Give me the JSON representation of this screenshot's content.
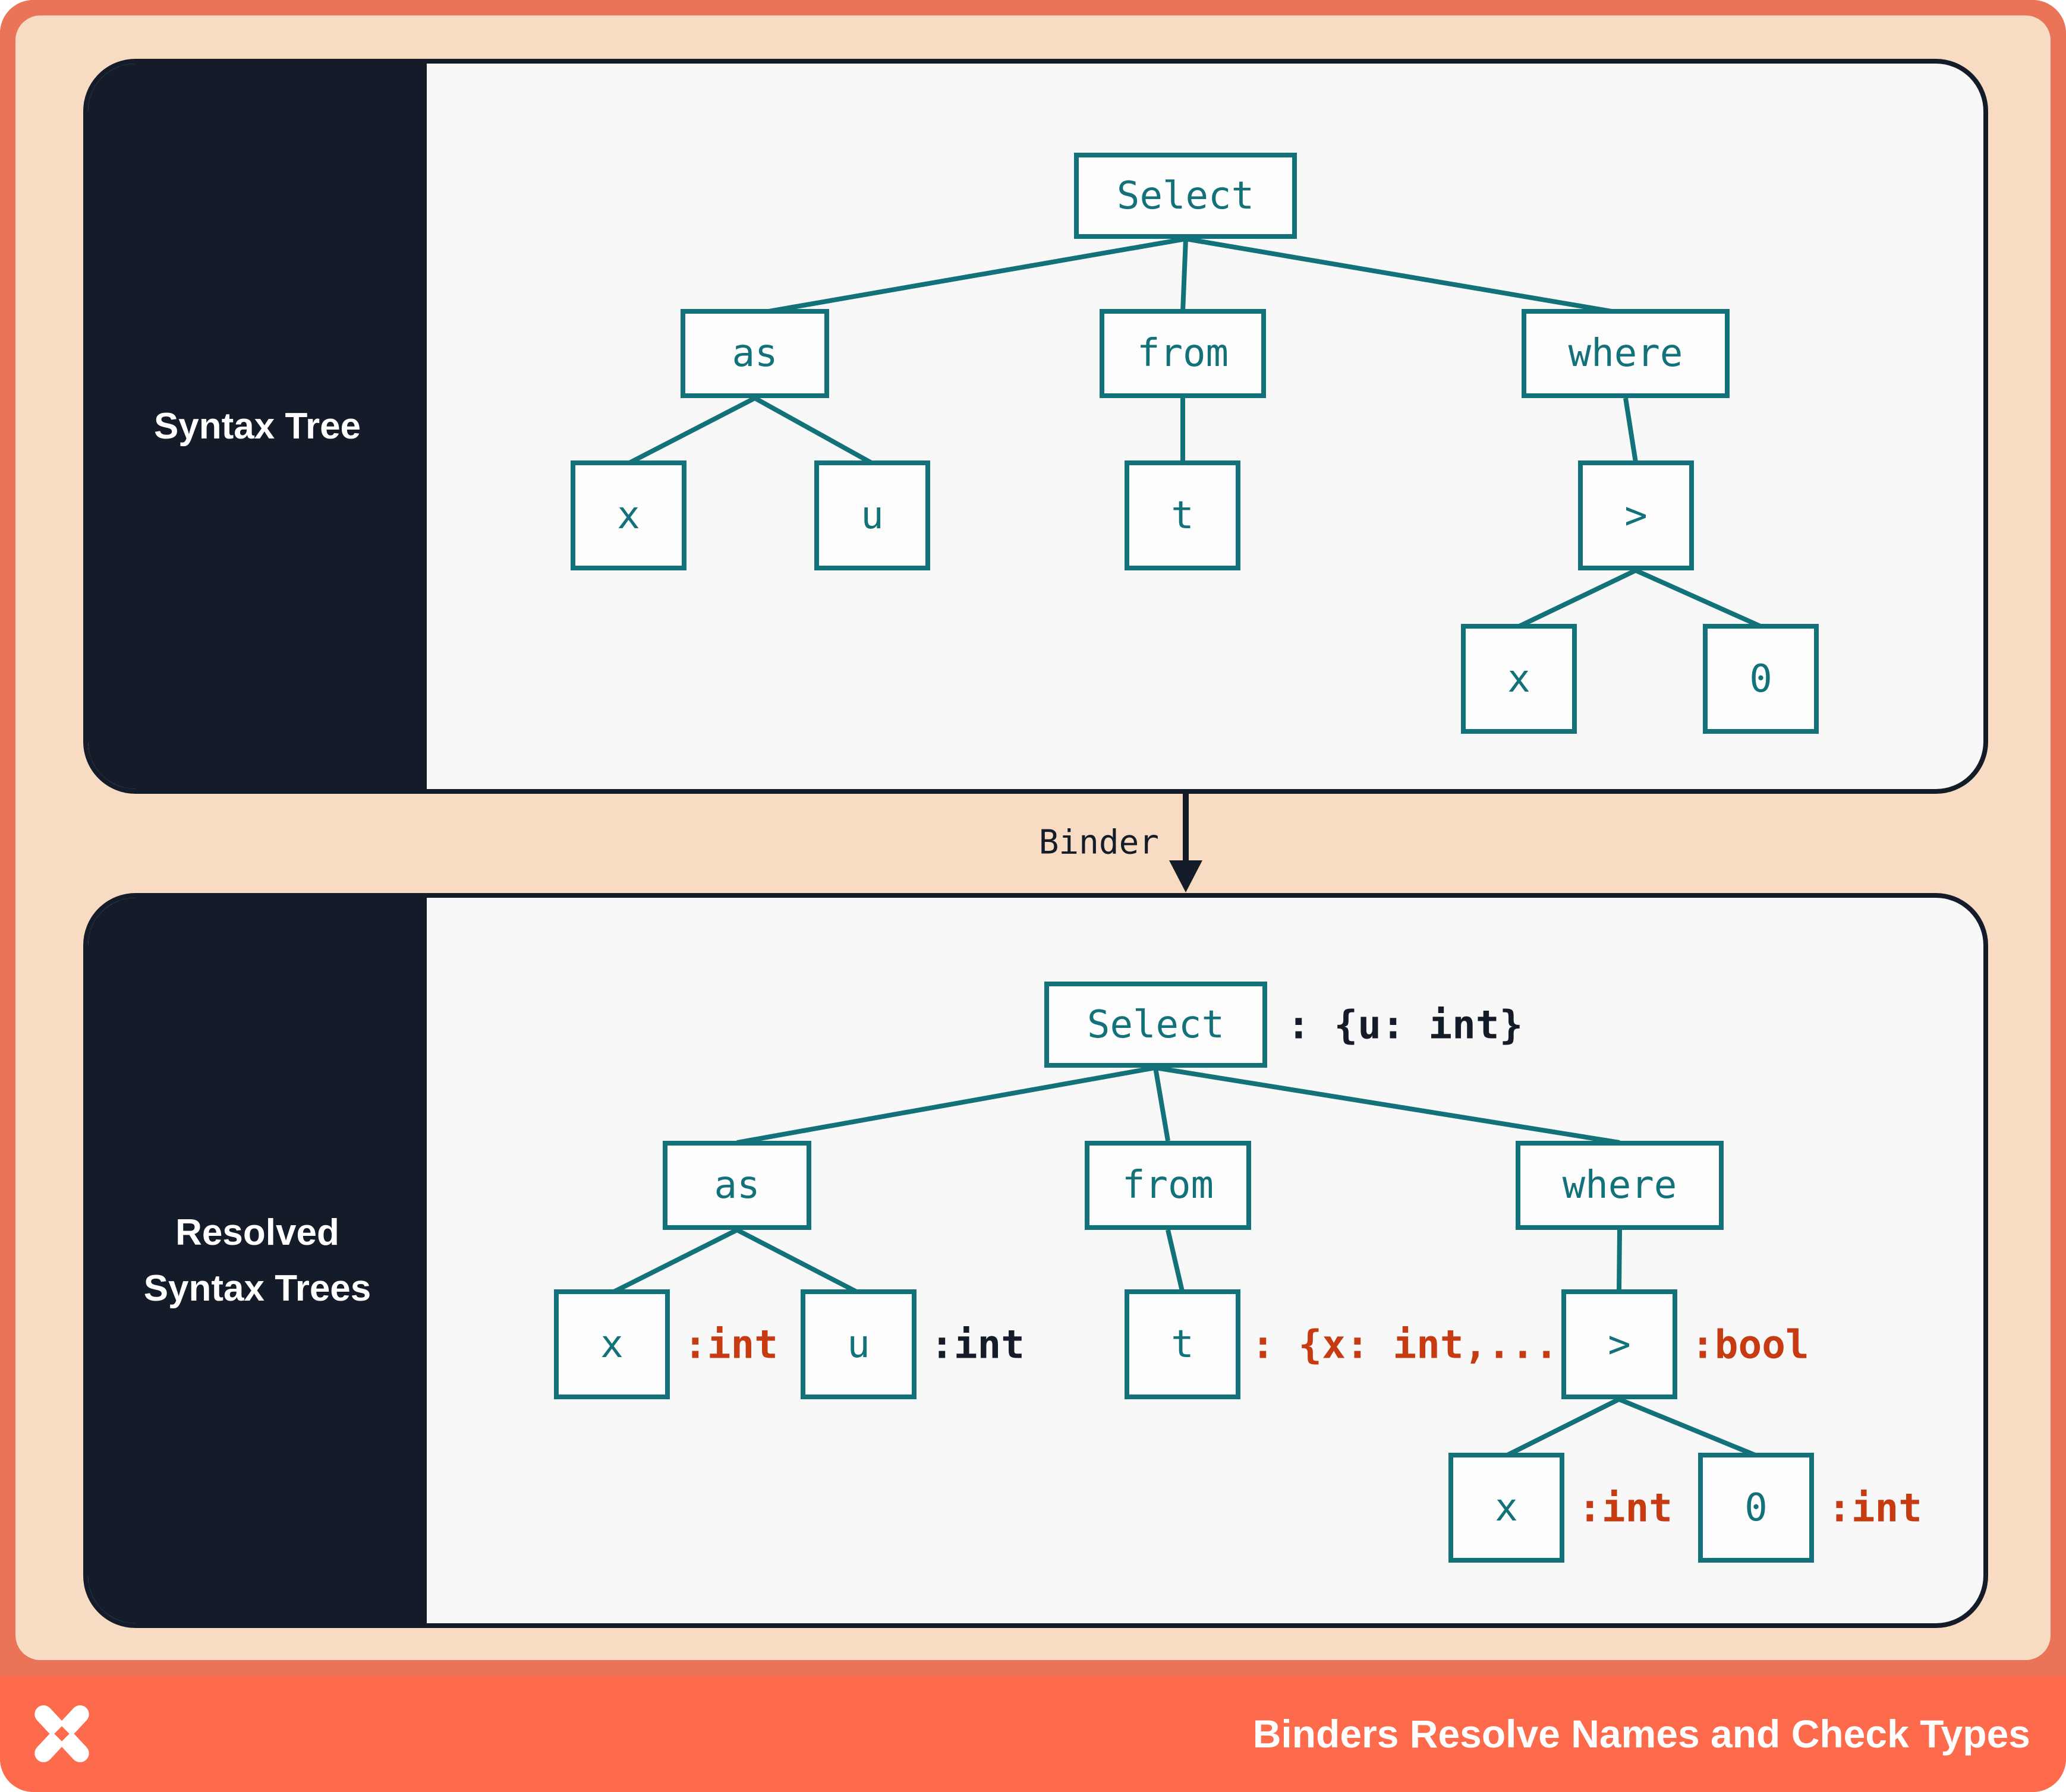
{
  "poster": {
    "type": "diagram",
    "subject": "Compiler binder stage transforming a syntax tree into resolved syntax trees"
  },
  "colors": {
    "frame_coral": "#fd6a4c",
    "border_coral": "#e97458",
    "peach_background": "#f8dbc3",
    "panel_background": "#f7f8f7",
    "navy": "#141b29",
    "teal_node": "#137179",
    "red_annotation": "#c63b12",
    "white": "#ffffff"
  },
  "top_panel": {
    "sidebar_label": "Syntax Tree"
  },
  "bottom_panel": {
    "sidebar_label_line1": "Resolved",
    "sidebar_label_line2": "Syntax Trees"
  },
  "binder_arrow": {
    "label": "Binder",
    "direction": "down"
  },
  "syntax_tree": {
    "structure": "Select -> (as -> x, u), (from -> t), (where -> > -> x, 0)",
    "nodes": [
      {
        "id": "select",
        "label": "Select"
      },
      {
        "id": "as",
        "label": "as"
      },
      {
        "id": "from",
        "label": "from"
      },
      {
        "id": "where",
        "label": "where"
      },
      {
        "id": "x1",
        "label": "x"
      },
      {
        "id": "u",
        "label": "u"
      },
      {
        "id": "t",
        "label": "t"
      },
      {
        "id": "gt",
        "label": ">"
      },
      {
        "id": "x2",
        "label": "x"
      },
      {
        "id": "zero",
        "label": "0"
      }
    ]
  },
  "resolved_tree": {
    "structure": "Same tree with resolved type annotations",
    "nodes": [
      {
        "id": "select",
        "label": "Select",
        "annotation": ": {u: int}",
        "annotation_color": "dark"
      },
      {
        "id": "as",
        "label": "as"
      },
      {
        "id": "from",
        "label": "from"
      },
      {
        "id": "where",
        "label": "where"
      },
      {
        "id": "x1",
        "label": "x",
        "annotation": ":int",
        "annotation_color": "red"
      },
      {
        "id": "u",
        "label": "u",
        "annotation": ":int",
        "annotation_color": "dark"
      },
      {
        "id": "t",
        "label": "t",
        "annotation": ": {x: int,...}",
        "annotation_color": "red"
      },
      {
        "id": "gt",
        "label": ">",
        "annotation": ":bool",
        "annotation_color": "red"
      },
      {
        "id": "x2",
        "label": "x",
        "annotation": ":int",
        "annotation_color": "red"
      },
      {
        "id": "zero",
        "label": "0",
        "annotation": ":int",
        "annotation_color": "red"
      }
    ]
  },
  "footer": {
    "title": "Binders Resolve Names and Check Types",
    "logo": "x-mark-logo"
  }
}
